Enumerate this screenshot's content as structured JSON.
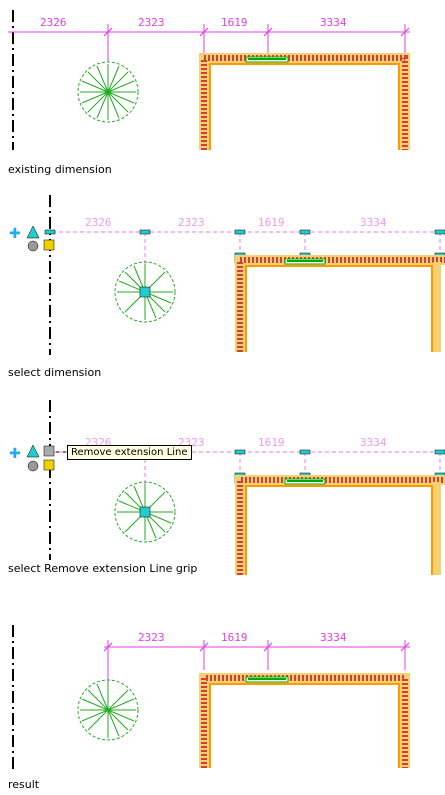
{
  "colors": {
    "dimension": "#e040e0",
    "dim_dashed": "#ee77ee",
    "wall_outer": "#f5a623",
    "wall_hatch": "#d04040",
    "wall_inner": "#ff9900",
    "tree": "#22aa22",
    "grip": "#22cccc",
    "grip_yellow": "#f0d000",
    "window": "#00aa00"
  },
  "panels": [
    {
      "caption": "existing dimension",
      "dims": [
        "2326",
        "2323",
        "1619",
        "3334"
      ]
    },
    {
      "caption": "select dimension",
      "dims": [
        "2326",
        "2323",
        "1619",
        "3334"
      ]
    },
    {
      "caption": "select Remove extension Line grip",
      "dims": [
        "2326",
        "2323",
        "1619",
        "3334"
      ],
      "tooltip": "Remove extension Line"
    },
    {
      "caption": "result",
      "dims": [
        "2323",
        "1619",
        "3334"
      ]
    }
  ]
}
